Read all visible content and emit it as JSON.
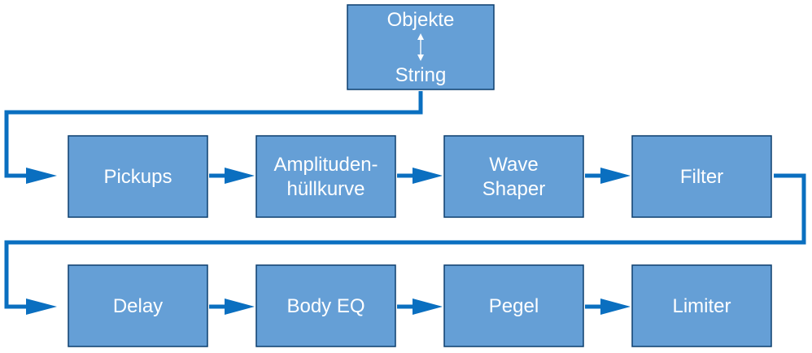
{
  "diagram": {
    "source": {
      "label_top": "Objekte",
      "label_bottom": "String",
      "icon": "bidirectional-arrow-icon"
    },
    "row1": [
      {
        "id": "pickups",
        "lines": [
          "Pickups"
        ]
      },
      {
        "id": "amplitude-envelope",
        "lines": [
          "Amplituden-",
          "hüllkurve"
        ]
      },
      {
        "id": "wave-shaper",
        "lines": [
          "Wave",
          "Shaper"
        ]
      },
      {
        "id": "filter",
        "lines": [
          "Filter"
        ]
      }
    ],
    "row2": [
      {
        "id": "delay",
        "lines": [
          "Delay"
        ]
      },
      {
        "id": "body-eq",
        "lines": [
          "Body EQ"
        ]
      },
      {
        "id": "level",
        "lines": [
          "Pegel"
        ]
      },
      {
        "id": "limiter",
        "lines": [
          "Limiter"
        ]
      }
    ],
    "colors": {
      "box_fill": "#659fd6",
      "box_stroke": "#0d3f6e",
      "connector": "#0a6fc0",
      "text": "#ffffff"
    }
  }
}
